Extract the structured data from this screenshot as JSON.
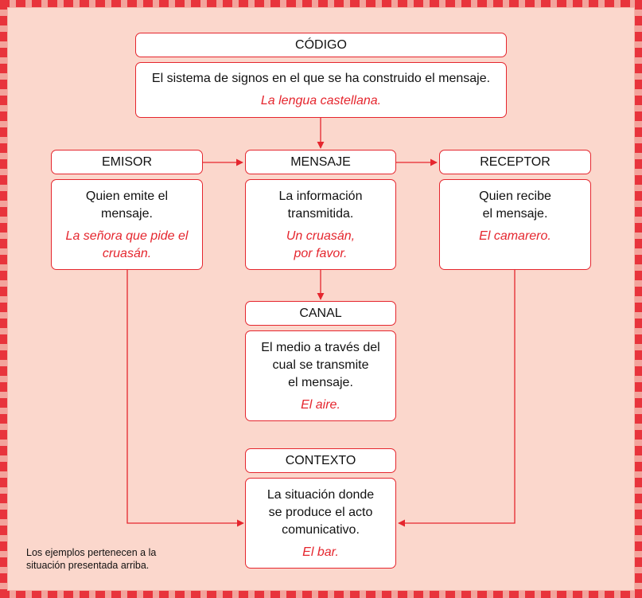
{
  "codigo": {
    "title": "CÓDIGO",
    "definition": "El sistema de signos en el que se ha construido el mensaje.",
    "example": "La lengua castellana."
  },
  "emisor": {
    "title": "EMISOR",
    "definition": "Quien emite el\nmensaje.",
    "example": "La señora que pide el\ncruasán."
  },
  "mensaje": {
    "title": "MENSAJE",
    "definition": "La información\ntransmitida.",
    "example": "Un cruasán,\npor favor."
  },
  "receptor": {
    "title": "RECEPTOR",
    "definition": "Quien recibe\nel mensaje.",
    "example": "El camarero."
  },
  "canal": {
    "title": "CANAL",
    "definition": "El medio a través del\ncual se transmite\nel mensaje.",
    "example": "El aire."
  },
  "contexto": {
    "title": "CONTEXTO",
    "definition": "La situación donde\nse produce el acto\ncomunicativo.",
    "example": "El bar."
  },
  "footnote": "Los ejemplos pertenecen a la\nsituación presentada arriba.",
  "colors": {
    "accent": "#e5262e",
    "background": "#fbd7cc",
    "border_dark": "#e8343c",
    "border_light": "#f2a49c"
  }
}
